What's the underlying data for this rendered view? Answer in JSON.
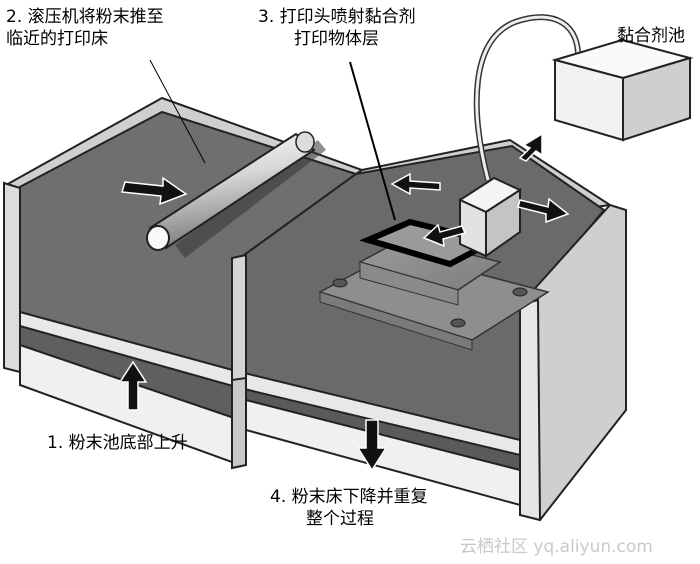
{
  "step2": {
    "line1": "2. 滚压机将粉末推至",
    "line2": "临近的打印床"
  },
  "step3": {
    "line1": "3. 打印头喷射黏合剂",
    "line2": "打印物体层"
  },
  "reservoir": {
    "label": "黏合剂池"
  },
  "step1": {
    "label": "1. 粉末池底部上升"
  },
  "step4": {
    "line1": "4. 粉末床下降并重复",
    "line2": "整个过程"
  },
  "watermark": {
    "text": "云栖社区 yq.aliyun.com"
  },
  "colors": {
    "powder_surface": "#6f6f6f",
    "wall": "#dcdcdc",
    "arrow": "#111111",
    "roller": "#e6e6e6"
  }
}
